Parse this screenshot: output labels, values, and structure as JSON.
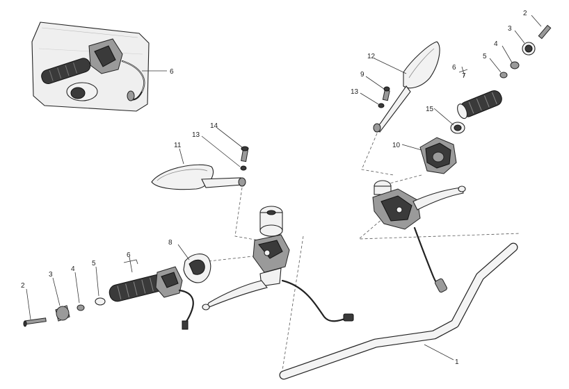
{
  "diagram": {
    "labels": {
      "bar_1": "1",
      "bolt_2_left": "2",
      "bolt_2_right": "2",
      "end_3_left": "3",
      "end_3_right": "3",
      "washer_4_left": "4",
      "washer_4_right": "4",
      "insert_5_left": "5",
      "insert_5_right": "5",
      "tie_6_left": "6",
      "tie_6_detail": "6",
      "tie_6_right": "6",
      "ref_7": "7",
      "cover_8": "8",
      "screw_9": "9",
      "switch_10": "10",
      "mirror_11": "11",
      "mirror_12": "12",
      "nut_13_left": "13",
      "nut_13_right": "13",
      "screw_14": "14",
      "ring_15": "15"
    }
  }
}
